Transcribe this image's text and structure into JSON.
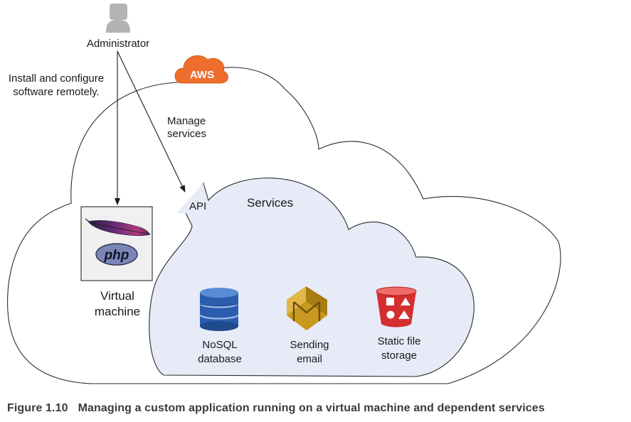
{
  "administrator": {
    "label": "Administrator",
    "icon": "user-icon"
  },
  "install_note": {
    "line1": "Install and configure",
    "line2": "software remotely."
  },
  "manage_note": {
    "line1": "Manage",
    "line2": "services"
  },
  "aws_badge": {
    "label": "AWS",
    "color": "#ee6f2d"
  },
  "api_label": "API",
  "services": {
    "title": "Services",
    "items": [
      {
        "icon": "nosql-database-icon",
        "line1": "NoSQL",
        "line2": "database",
        "color": "#2a5dad"
      },
      {
        "icon": "sending-email-icon",
        "line1": "Sending",
        "line2": "email",
        "color": "#c9981e"
      },
      {
        "icon": "static-file-storage-icon",
        "line1": "Static file",
        "line2": "storage",
        "color": "#d42e2e"
      }
    ]
  },
  "virtual_machine": {
    "line1": "Virtual",
    "line2": "machine",
    "php_label": "php"
  },
  "caption": {
    "number": "Figure 1.10",
    "text": "Managing a custom application running on a virtual machine and dependent services"
  },
  "colors": {
    "services_cloud_fill": "#e6ebf7",
    "outline": "#2b2b2b"
  }
}
